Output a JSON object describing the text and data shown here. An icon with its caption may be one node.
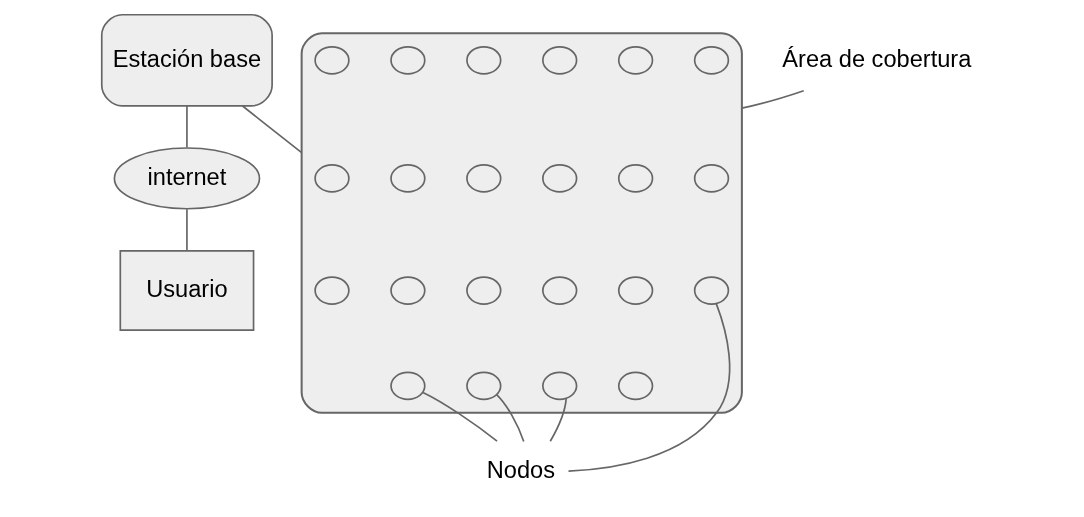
{
  "diagram": {
    "nodes": [
      {
        "text": [
          "Estación base"
        ]
      },
      {
        "text": [
          "internet"
        ]
      },
      {
        "text": [
          "Usuario"
        ]
      },
      {
        "text": [],
        "shape": "cloud"
      },
      {
        "text": [
          "Área de cobertura"
        ]
      },
      {
        "text": [
          "Nodos"
        ]
      },
      {
        "text": [],
        "shape": "circle",
        "in": 3
      },
      {
        "text": [],
        "shape": "circle",
        "in": 3
      },
      {
        "text": [],
        "shape": "circle",
        "in": 3
      },
      {
        "text": [],
        "shape": "circle",
        "in": 3
      },
      {
        "text": [],
        "shape": "circle",
        "in": 3
      },
      {
        "text": [],
        "shape": "circle",
        "in": 3
      },
      {
        "text": [],
        "shape": "circle",
        "in": 3
      },
      {
        "text": [],
        "shape": "circle",
        "in": 3
      },
      {
        "text": [],
        "shape": "circle",
        "in": 3
      },
      {
        "text": [],
        "shape": "circle",
        "in": 3
      },
      {
        "text": [],
        "shape": "circle",
        "in": 3
      },
      {
        "text": [],
        "shape": "circle",
        "in": 3
      },
      {
        "text": [],
        "shape": "circle",
        "in": 3
      },
      {
        "text": [],
        "shape": "circle",
        "in": 3
      },
      {
        "text": [],
        "shape": "circle",
        "in": 3
      },
      {
        "text": [],
        "shape": "circle",
        "in": 3
      },
      {
        "text": [],
        "shape": "circle",
        "in": 3
      },
      {
        "text": [],
        "shape": "circle",
        "in": 3
      },
      {
        "text": [],
        "shape": "circle",
        "in": 3
      },
      {
        "text": [],
        "shape": "circle",
        "in": 3
      },
      {
        "text": [],
        "shape": "circle",
        "in": 3
      },
      {
        "text": [],
        "shape": "circle",
        "in": 3
      }
    ],
    "edges": [
      {
        "from": 0,
        "to": 3,
        "arrow": "none"
      },
      {
        "from": 0,
        "to": 1,
        "arrow": "none"
      },
      {
        "from": 1,
        "to": 2,
        "arrow": "none"
      },
      {
        "from": 4,
        "to": 3,
        "arrow": "none"
      },
      {
        "from": 5,
        "to": 22,
        "arrow": "none"
      },
      {
        "from": 5,
        "to": 26,
        "arrow": "none"
      },
      {
        "from": 5,
        "to": 25,
        "arrow": "none"
      },
      {
        "from": 5,
        "to": 27,
        "arrow": "none"
      }
    ]
  }
}
